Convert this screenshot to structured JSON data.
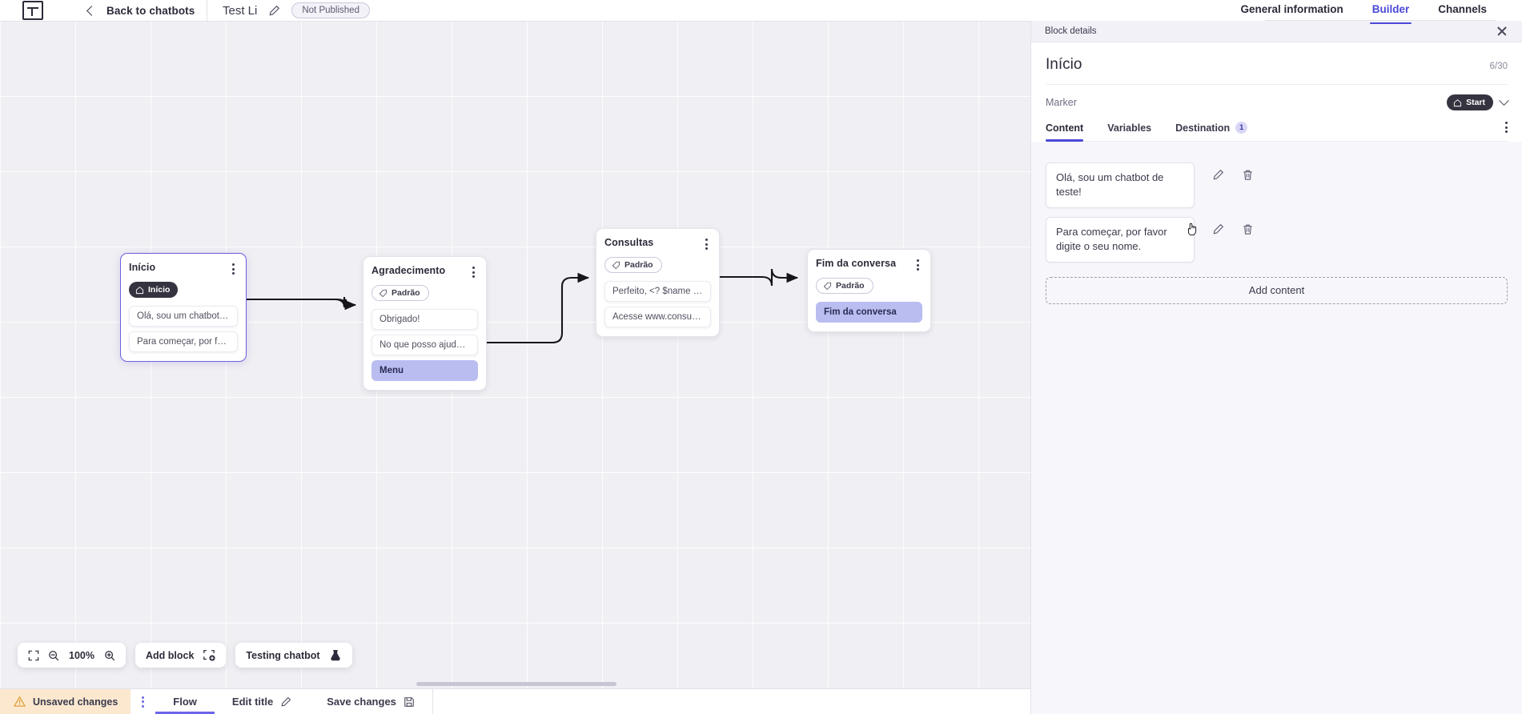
{
  "topbar": {
    "logo_icon": "chatbot-logo-icon",
    "back_icon": "chevron-left-icon",
    "back_label": "Back to chatbots",
    "bot_title": "Test Li",
    "edit_title_icon": "pencil-icon",
    "publish_status": "Not Published",
    "nav": [
      {
        "label": "General information",
        "active": false
      },
      {
        "label": "Builder",
        "active": true
      },
      {
        "label": "Channels",
        "active": false
      }
    ]
  },
  "canvas": {
    "blocks": [
      {
        "title": "Início",
        "selected": true,
        "badge": {
          "type": "start",
          "label": "Início",
          "icon": "home-icon"
        },
        "rows": [
          {
            "text": "Olá, sou um chatbot de teste!",
            "style": "normal"
          },
          {
            "text": "Para começar, por favor digite o ...",
            "style": "normal"
          }
        ]
      },
      {
        "title": "Agradecimento",
        "selected": false,
        "badge": {
          "type": "default",
          "label": "Padrão",
          "icon": "tag-icon"
        },
        "rows": [
          {
            "text": "Obrigado!",
            "style": "normal"
          },
          {
            "text": "No que posso ajudar, <? $name ...",
            "style": "normal"
          },
          {
            "text": "Menu",
            "style": "menu"
          }
        ]
      },
      {
        "title": "Consultas",
        "selected": false,
        "badge": {
          "type": "default",
          "label": "Padrão",
          "icon": "tag-icon"
        },
        "rows": [
          {
            "text": "Perfeito, <? $name ?>!",
            "style": "normal"
          },
          {
            "text": "Acesse www.consultas.com par...",
            "style": "normal"
          }
        ]
      },
      {
        "title": "Fim da conversa",
        "selected": false,
        "badge": {
          "type": "default",
          "label": "Padrão",
          "icon": "tag-icon"
        },
        "rows": [
          {
            "text": "Fim da conversa",
            "style": "menu"
          }
        ]
      }
    ],
    "toolbar": {
      "fit_icon": "fit-screen-icon",
      "zoom_out_icon": "zoom-out-icon",
      "zoom_level": "100%",
      "zoom_in_icon": "zoom-in-icon",
      "add_block_label": "Add block",
      "add_block_icon": "add-block-icon",
      "testing_label": "Testing chatbot",
      "testing_icon": "flask-icon"
    }
  },
  "bottombar": {
    "unsaved_icon": "warning-triangle-icon",
    "unsaved_label": "Unsaved changes",
    "kebab_icon": "kebab-menu-icon",
    "flow_label": "Flow",
    "edit_title_label": "Edit title",
    "edit_title_icon": "pencil-icon",
    "save_label": "Save changes",
    "save_icon": "save-disk-icon"
  },
  "panel": {
    "header_label": "Block details",
    "close_icon": "close-icon",
    "block_name": "Início",
    "char_counter": "6/30",
    "marker_label": "Marker",
    "marker_value": "Start",
    "marker_icon": "home-icon",
    "marker_chevron_icon": "chevron-down-icon",
    "tabs": [
      {
        "label": "Content",
        "active": true,
        "count": null
      },
      {
        "label": "Variables",
        "active": false,
        "count": null
      },
      {
        "label": "Destination",
        "active": false,
        "count": "1"
      }
    ],
    "tabs_kebab_icon": "kebab-menu-icon",
    "contents": [
      {
        "text": "Olá, sou um chatbot de teste!",
        "edit_icon": "pencil-icon",
        "delete_icon": "trash-icon"
      },
      {
        "text": "Para começar, por favor digite o seu nome.",
        "edit_icon": "pencil-icon",
        "delete_icon": "trash-icon"
      }
    ],
    "add_content_label": "Add content"
  },
  "colors": {
    "accent": "#4b49d6",
    "menu_row": "#b9bdf0",
    "badge_dark": "#35333f",
    "unsaved_bg": "#fbe8cf",
    "canvas_bg": "#f0eff3"
  }
}
